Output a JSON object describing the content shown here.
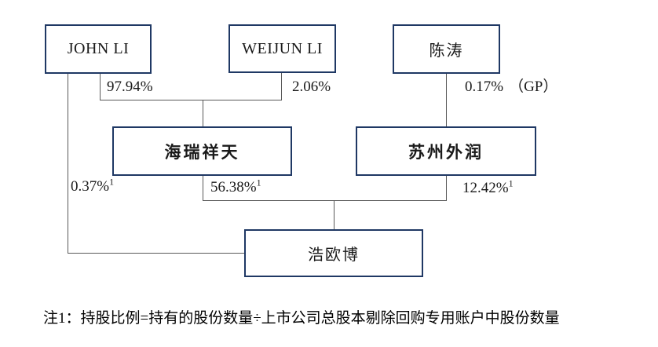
{
  "page": {
    "background": "#ffffff"
  },
  "ownership_chart": {
    "nodes": [
      {
        "id": "john-li",
        "label": "JOHN LI"
      },
      {
        "id": "weijun-li",
        "label": "WEIJUN LI"
      },
      {
        "id": "chen-tao",
        "label": "陈涛"
      },
      {
        "id": "hairui-xiangtian",
        "label": "海瑞祥天"
      },
      {
        "id": "suzhou-wairun",
        "label": "苏州外润"
      },
      {
        "id": "haooubo",
        "label": "浩欧博"
      }
    ],
    "edges": [
      {
        "from": "JOHN LI",
        "to": "海瑞祥天",
        "percent": "97.94%",
        "note": "",
        "suffix": ""
      },
      {
        "from": "WEIJUN LI",
        "to": "海瑞祥天",
        "percent": "2.06%",
        "note": "",
        "suffix": ""
      },
      {
        "from": "陈涛",
        "to": "苏州外润",
        "percent": "0.17%",
        "note": "",
        "suffix": "（GP）"
      },
      {
        "from": "JOHN LI",
        "to": "浩欧博",
        "percent": "0.37%",
        "note": "1",
        "suffix": ""
      },
      {
        "from": "海瑞祥天",
        "to": "浩欧博",
        "percent": "56.38%",
        "note": "1",
        "suffix": ""
      },
      {
        "from": "苏州外润",
        "to": "浩欧博",
        "percent": "12.42%",
        "note": "1",
        "suffix": ""
      }
    ]
  },
  "footnote": "注1：持股比例=持有的股份数量÷上市公司总股本剔除回购专用账户中股份数量",
  "colors": {
    "box_border": "#1f3864",
    "connector_line": "#595959",
    "text": "#000000",
    "background": "#ffffff"
  }
}
